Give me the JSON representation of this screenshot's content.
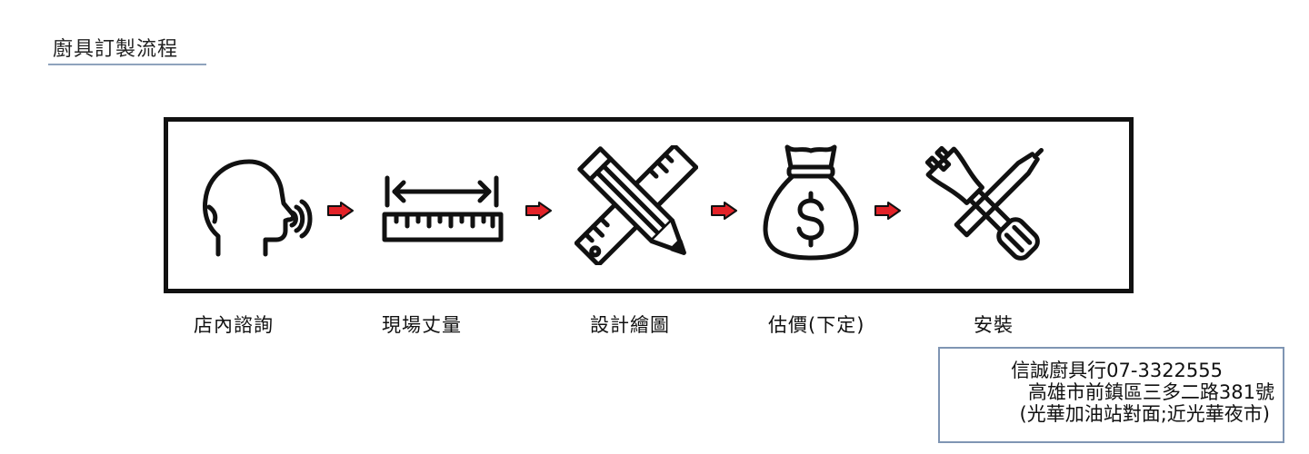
{
  "header": {
    "title": "廚具訂製流程"
  },
  "steps": [
    {
      "label": "店內諮詢",
      "icon": "speaking-head-icon"
    },
    {
      "label": "現場丈量",
      "icon": "ruler-measure-icon"
    },
    {
      "label": "設計繪圖",
      "icon": "pencil-ruler-icon"
    },
    {
      "label": "估價(下定)",
      "icon": "money-bag-icon"
    },
    {
      "label": "安裝",
      "icon": "tools-icon"
    }
  ],
  "contact": {
    "line1": "信誠廚具行07-3322555",
    "line2": "高雄市前鎮區三多二路381號",
    "line3": "(光華加油站對面;近光華夜市)"
  },
  "colors": {
    "arrow": "#e32228",
    "frame": "#111111",
    "accent_line": "#8fa3bd",
    "contact_border": "#7f95b3"
  }
}
